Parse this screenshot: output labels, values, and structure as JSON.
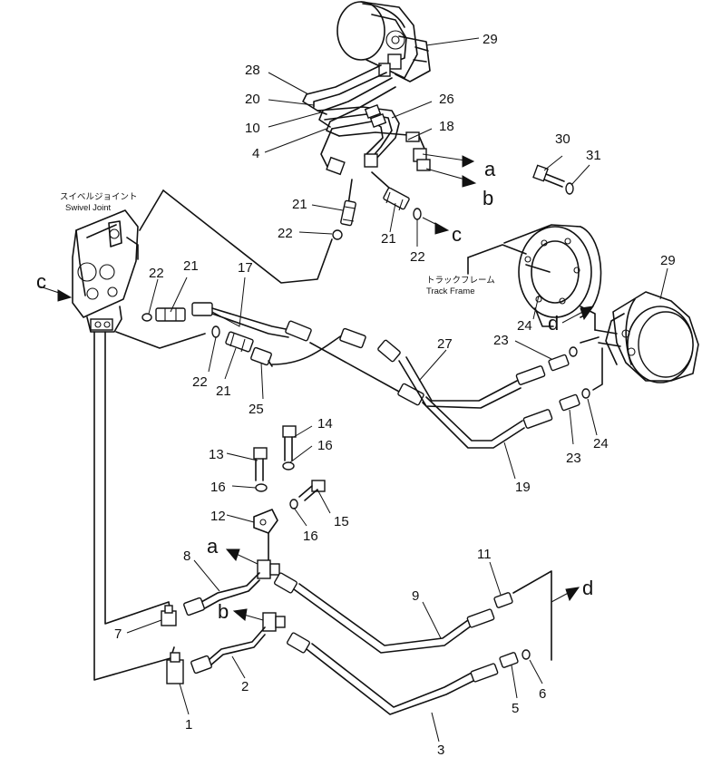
{
  "labels": {
    "swivel_joint_jp": "スイベルジョイント",
    "swivel_joint_en": "Swivel  Joint",
    "track_frame_jp": "トラックフレーム",
    "track_frame_en": "Track Frame"
  },
  "arrows": {
    "a": "a",
    "b": "b",
    "c": "c",
    "d": "d"
  },
  "callouts": {
    "p1": "1",
    "p2": "2",
    "p3": "3",
    "p4": "4",
    "p5": "5",
    "p6": "6",
    "p7": "7",
    "p8": "8",
    "p9": "9",
    "p10": "10",
    "p11": "11",
    "p12": "12",
    "p13": "13",
    "p14": "14",
    "p15": "15",
    "p16": "16",
    "p17": "17",
    "p18": "18",
    "p19": "19",
    "p20": "20",
    "p21": "21",
    "p22": "22",
    "p23": "23",
    "p24": "24",
    "p25": "25",
    "p26": "26",
    "p27": "27",
    "p28": "28",
    "p29": "29",
    "p30": "30",
    "p31": "31"
  }
}
